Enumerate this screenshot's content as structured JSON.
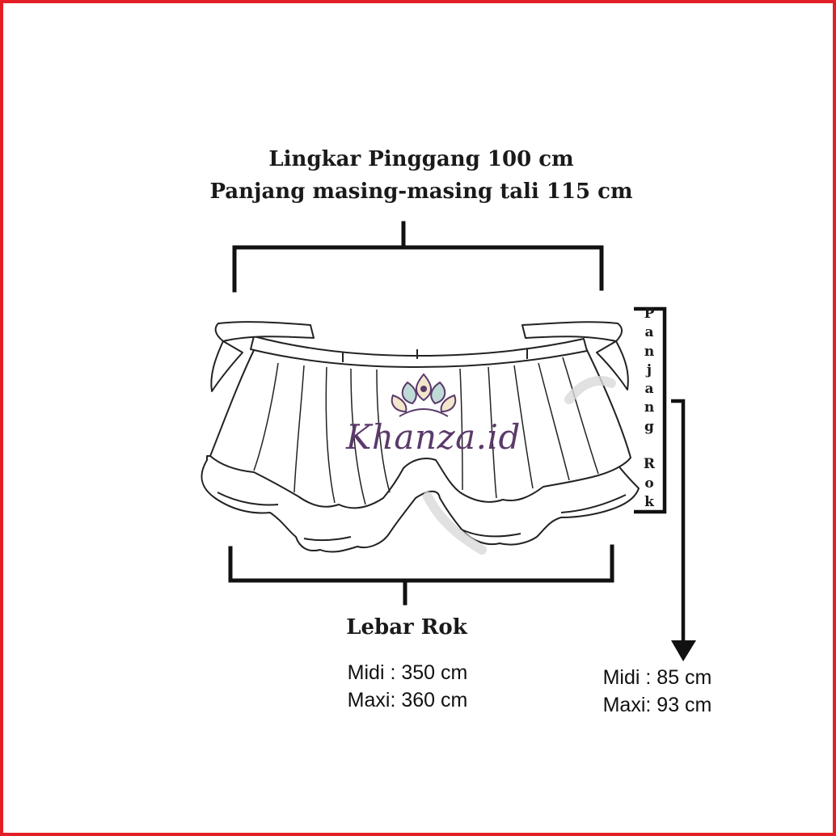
{
  "diagram": {
    "waist": "Lingkar Pinggang 100 cm",
    "ties": "Panjang masing-masing tali  115 cm",
    "width_title": "Lebar Rok",
    "width_midi": "Midi : 350 cm",
    "width_maxi": "Maxi: 360 cm",
    "length_label": "Panjang Rok",
    "length_midi": "Midi : 85  cm",
    "length_maxi": "Maxi: 93 cm",
    "brand": "Khanza.id"
  },
  "colors": {
    "frame": "#e41e26",
    "ink": "#111111",
    "brand": "#5b3a6a",
    "brand_teal": "#7fb7b2",
    "brand_gold": "#d9b86c"
  }
}
